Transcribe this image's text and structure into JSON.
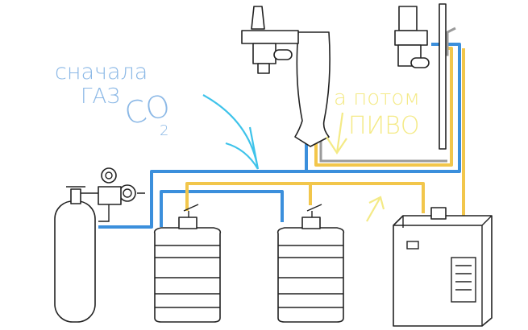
{
  "labels": {
    "gas_line1": "сначала",
    "gas_line2": "ГАЗ",
    "co2_main": "CO",
    "co2_sub": "2",
    "beer_line1": "а потом",
    "beer_line2": "ПИВО"
  },
  "colors": {
    "gas": "#3b8fdc",
    "gas_label": "#8bb8e6",
    "gas_arrow": "#3ec3ea",
    "beer": "#f2c64b",
    "beer_label": "#f4ea86",
    "line": "#9a9a9a"
  }
}
